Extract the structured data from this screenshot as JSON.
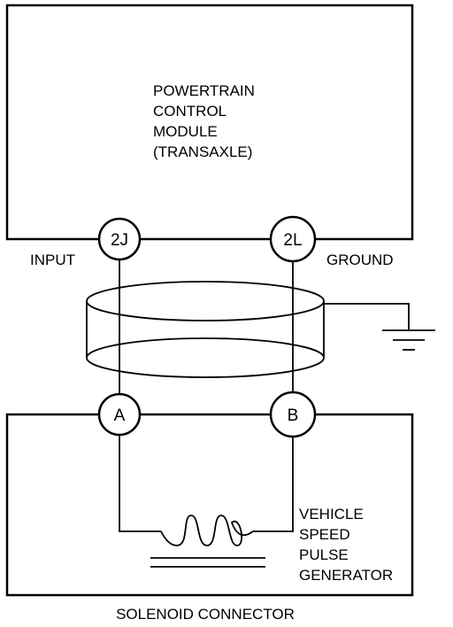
{
  "module": {
    "lines": [
      "POWERTRAIN",
      "CONTROL",
      "MODULE",
      "(TRANSAXLE)"
    ]
  },
  "terminals": {
    "t2j": "2J",
    "t2l": "2L",
    "a": "A",
    "b": "B"
  },
  "labels": {
    "input": "INPUT",
    "ground": "GROUND",
    "sensor": [
      "VEHICLE",
      "SPEED",
      "PULSE",
      "GENERATOR"
    ],
    "connector": "SOLENOID CONNECTOR"
  },
  "colors": {
    "ink": "#000000",
    "paper": "#ffffff"
  }
}
